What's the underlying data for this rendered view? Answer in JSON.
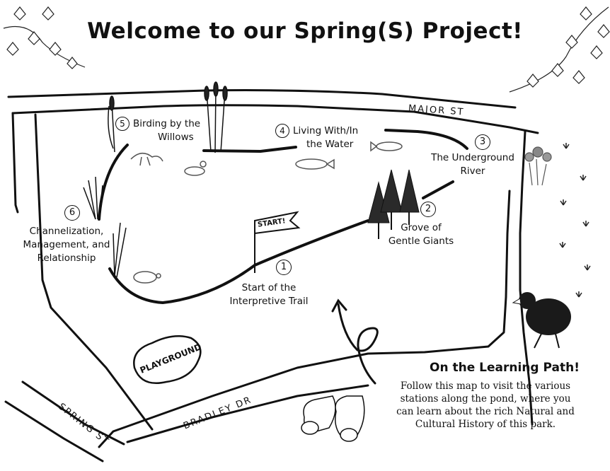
{
  "title": "Welcome to our Spring(S) Project!",
  "streets": {
    "major": "MAJOR ST",
    "spring": "SPRING ST",
    "bradley": "BRADLEY DR"
  },
  "stations": [
    {
      "number": "1",
      "lines": [
        "Start of the",
        "Interpretive Trail"
      ]
    },
    {
      "number": "2",
      "lines": [
        "Grove of",
        "Gentle Giants"
      ]
    },
    {
      "number": "3",
      "lines": [
        "The Underground",
        "River"
      ]
    },
    {
      "number": "4",
      "lines": [
        "Living With/In",
        "the Water"
      ]
    },
    {
      "number": "5",
      "lines": [
        "Birding by the",
        "Willows"
      ]
    },
    {
      "number": "6",
      "lines": [
        "Channelization,",
        "Management, and",
        "Relationship"
      ]
    }
  ],
  "start_flag": "START!",
  "playground": "PLAYGROUND",
  "learning_path": {
    "title": "On the Learning Path!",
    "lines": [
      "Follow this map to visit the various",
      "stations along the pond, where you",
      "can learn about the rich Natural and",
      "Cultural History of this park."
    ]
  },
  "illustrations": [
    "ivy-leaves",
    "cattails",
    "duck",
    "heron",
    "fish",
    "trout",
    "turtle",
    "fir-trees",
    "wildflowers",
    "bird-tracks",
    "coot-bird",
    "binoculars",
    "arrow-loop"
  ]
}
